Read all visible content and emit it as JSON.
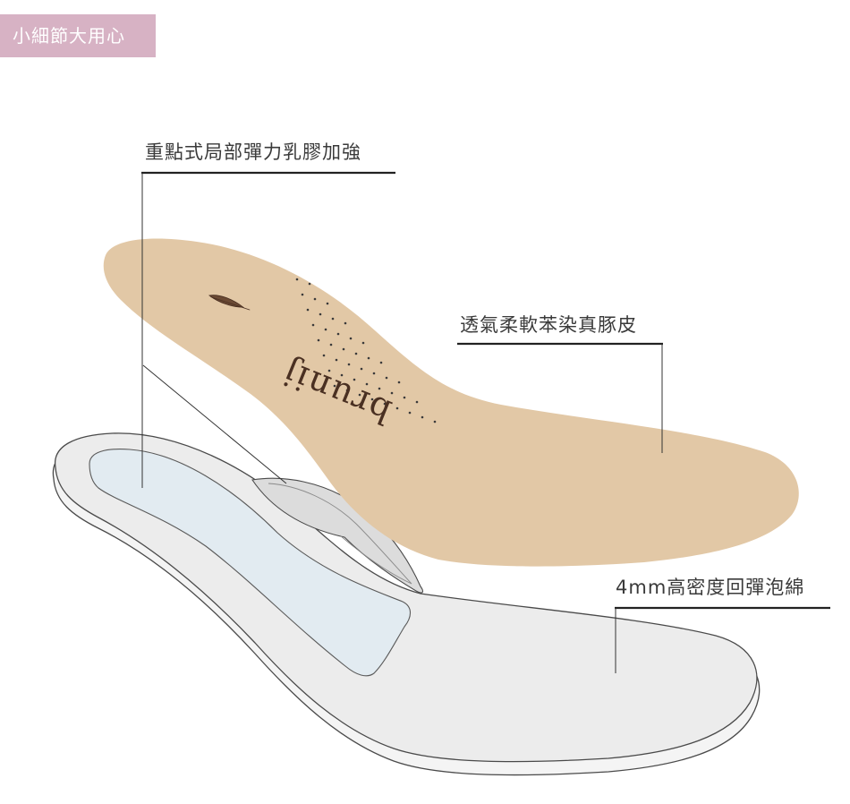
{
  "badge": {
    "text": "小細節大用心",
    "color": "#d7b2c4"
  },
  "callouts": {
    "gel": "重點式局部彈力乳膠加強",
    "leather": "透氣柔軟苯染真豚皮",
    "foam": "4mm高密度回彈泡綿"
  },
  "logo": {
    "text": "brunij"
  },
  "colors": {
    "leather": "#e2c8a6",
    "foam": "#ececec",
    "gel": "#e2ebf1",
    "outline": "#4a4a4a",
    "leader": "#222222"
  }
}
